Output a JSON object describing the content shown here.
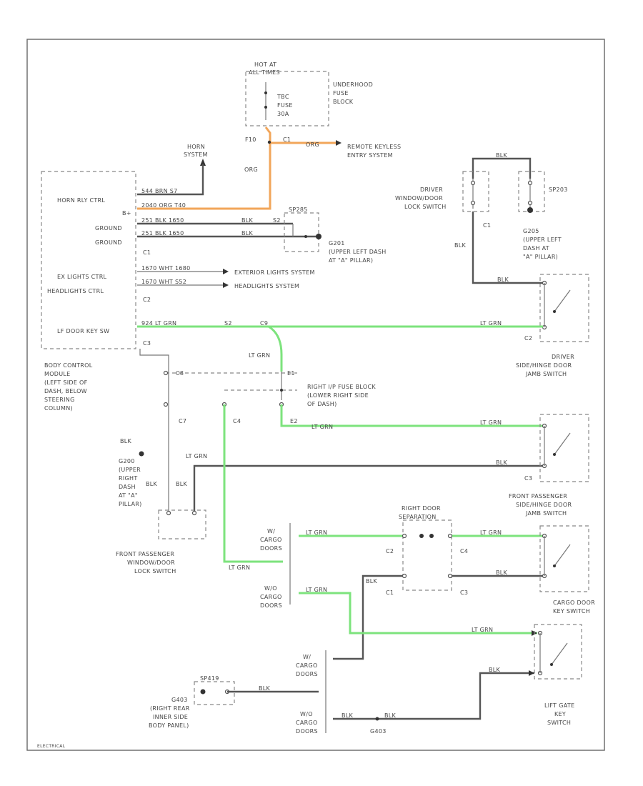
{
  "components": {
    "bcm": [
      "BODY CONTROL",
      "MODULE",
      "(LEFT SIDE OF",
      "DASH, BELOW",
      "STEERING",
      "COLUMN)"
    ],
    "bcm_pins": [
      "HORN RLY CTRL",
      "B+",
      "GROUND",
      "GROUND",
      "C1",
      "EX LIGHTS CTRL",
      "HEADLIGHTS CTRL",
      "C2",
      "LF DOOR KEY SW",
      "C3"
    ],
    "hot_at": [
      "HOT AT",
      "ALL TIMES"
    ],
    "fuse": [
      "TBC",
      "FUSE",
      "30A"
    ],
    "underhood": [
      "UNDERHOOD",
      "FUSE",
      "BLOCK"
    ],
    "f10": "F10",
    "horn_system": [
      "HORN",
      "SYSTEM"
    ],
    "rke": [
      "REMOTE KEYLESS",
      "ENTRY SYSTEM"
    ],
    "org": "ORG",
    "sp_top": "SP285",
    "g201": [
      "G201",
      "(UPPER LEFT DASH",
      "AT \"A\" PILLAR)"
    ],
    "ext_lights": "EXTERIOR LIGHTS SYSTEM",
    "head_lights": "HEADLIGHTS SYSTEM",
    "driver_lock": [
      "DRIVER",
      "WINDOW/DOOR",
      "LOCK SWITCH"
    ],
    "sp203": "SP203",
    "g205": [
      "G205",
      "(UPPER LEFT",
      "DASH AT",
      "\"A\" PILLAR)"
    ],
    "driver_jamb": [
      "DRIVER",
      "SIDE/HINGE DOOR",
      "JAMB SWITCH"
    ],
    "right_ip": [
      "RIGHT I/P FUSE BLOCK",
      "(LOWER RIGHT SIDE",
      "OF DASH)"
    ],
    "g200": [
      "G200",
      "(UPPER",
      "RIGHT",
      "DASH",
      "AT \"A\"",
      "PILLAR)"
    ],
    "fp_lock": [
      "FRONT PASSENGER",
      "WINDOW/DOOR",
      "LOCK SWITCH"
    ],
    "fp_jamb": [
      "FRONT PASSENGER",
      "SIDE/HINGE DOOR",
      "JAMB SWITCH"
    ],
    "right_door_sep": [
      "RIGHT DOOR",
      "SEPARATION"
    ],
    "cargo_key": [
      "CARGO DOOR",
      "KEY SWITCH"
    ],
    "cargo_doors_w": [
      "W/",
      "CARGO",
      "DOORS"
    ],
    "cargo_doors_wo": [
      "W/O",
      "CARGO",
      "DOORS"
    ],
    "g403": [
      "G403",
      "(RIGHT REAR",
      "INNER SIDE",
      "BODY PANEL)"
    ],
    "sp_g403": "SP419",
    "liftgate": [
      "LIFT GATE",
      "KEY",
      "SWITCH"
    ],
    "g403_bottom": "G403"
  },
  "wires": {
    "horn": "544  BRN  S7",
    "bplus": "2040  ORG  T40",
    "gnd1": "251  BLK  1650",
    "gnd2": "251  BLK  1650",
    "blk": "BLK",
    "s2": "S2",
    "ext": "1670  WHT  1680",
    "head": "1670  WHT  S52",
    "lfkey": "924  LT GRN",
    "grn_label": "LT GRN",
    "blk_label": "BLK",
    "c1": "C1",
    "c2": "C2",
    "c3": "C3",
    "c4": "C4",
    "c7": "C7",
    "c8": "C8",
    "c9": "C9",
    "e1": "E1",
    "e2": "E2"
  },
  "footer": "ELECTRICAL"
}
